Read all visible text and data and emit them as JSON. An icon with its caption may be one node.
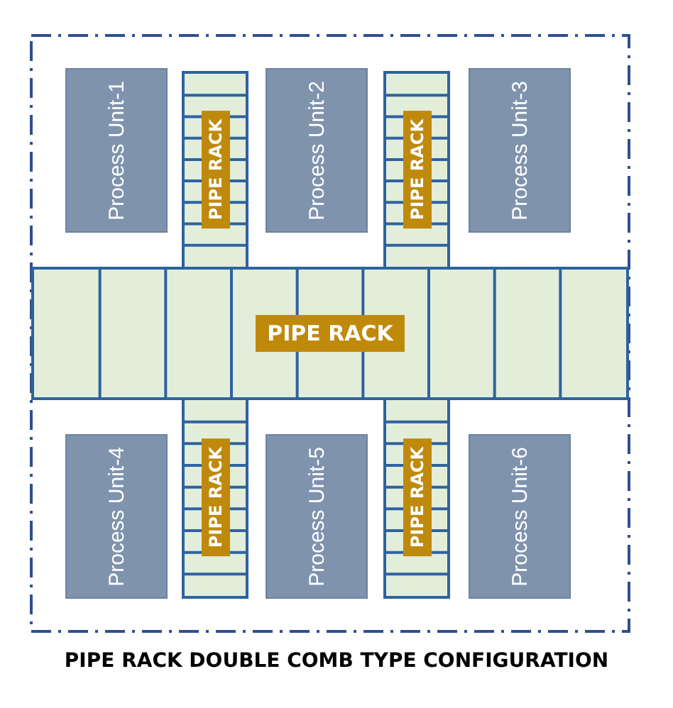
{
  "diagram": {
    "caption": "PIPE RACK DOUBLE COMB TYPE CONFIGURATION",
    "nodes": [
      {
        "text": [
          "Process Unit-1"
        ]
      },
      {
        "text": [
          "PIPE RACK"
        ]
      },
      {
        "text": [
          "Process Unit-2"
        ]
      },
      {
        "text": [
          "PIPE RACK"
        ]
      },
      {
        "text": [
          "Process Unit-3"
        ]
      },
      {
        "text": [
          "PIPE RACK"
        ]
      },
      {
        "text": [
          "Process Unit-4"
        ]
      },
      {
        "text": [
          "PIPE RACK"
        ]
      },
      {
        "text": [
          "Process Unit-5"
        ]
      },
      {
        "text": [
          "PIPE RACK"
        ]
      },
      {
        "text": [
          "Process Unit-6"
        ]
      }
    ]
  }
}
